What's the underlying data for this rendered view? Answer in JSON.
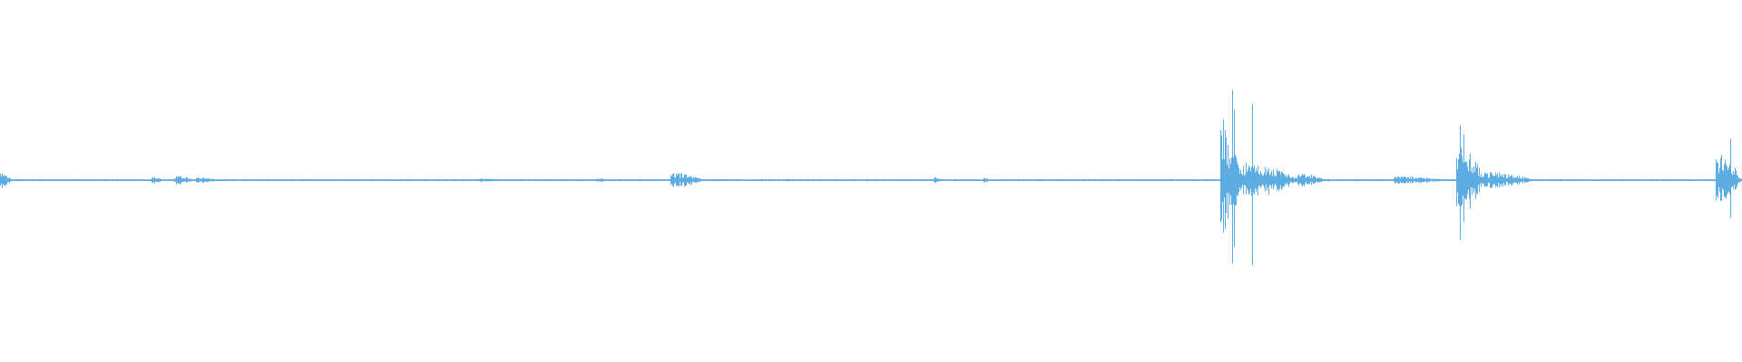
{
  "waveform": {
    "color": "#5dade2",
    "background": "#ffffff",
    "duration_fraction_axis": [
      0,
      1
    ],
    "amplitude_axis": [
      -1,
      1
    ],
    "baseline_level": 0.004,
    "segments": [
      {
        "start": 0.0,
        "end": 0.006,
        "peak": 0.08
      },
      {
        "start": 0.087,
        "end": 0.093,
        "peak": 0.035
      },
      {
        "start": 0.1,
        "end": 0.11,
        "peak": 0.04
      },
      {
        "start": 0.113,
        "end": 0.125,
        "peak": 0.025
      },
      {
        "start": 0.276,
        "end": 0.282,
        "peak": 0.015
      },
      {
        "start": 0.343,
        "end": 0.348,
        "peak": 0.015
      },
      {
        "start": 0.385,
        "end": 0.403,
        "peak": 0.075
      },
      {
        "start": 0.536,
        "end": 0.54,
        "peak": 0.03
      },
      {
        "start": 0.565,
        "end": 0.567,
        "peak": 0.03
      },
      {
        "start": 0.701,
        "end": 0.712,
        "peak": 0.58
      },
      {
        "start": 0.712,
        "end": 0.745,
        "peak": 0.18
      },
      {
        "start": 0.745,
        "end": 0.76,
        "peak": 0.06
      },
      {
        "start": 0.8,
        "end": 0.83,
        "peak": 0.035
      },
      {
        "start": 0.836,
        "end": 0.852,
        "peak": 0.33
      },
      {
        "start": 0.852,
        "end": 0.88,
        "peak": 0.08
      },
      {
        "start": 0.985,
        "end": 1.0,
        "peak": 0.25
      }
    ],
    "spikes": [
      {
        "x": 0.7075,
        "peak": 0.89
      },
      {
        "x": 0.7085,
        "peak": 0.7
      },
      {
        "x": 0.719,
        "peak": 0.78
      },
      {
        "x": 0.838,
        "peak": 0.5
      },
      {
        "x": 0.84,
        "peak": 0.42
      },
      {
        "x": 0.993,
        "peak": 0.36
      }
    ]
  }
}
